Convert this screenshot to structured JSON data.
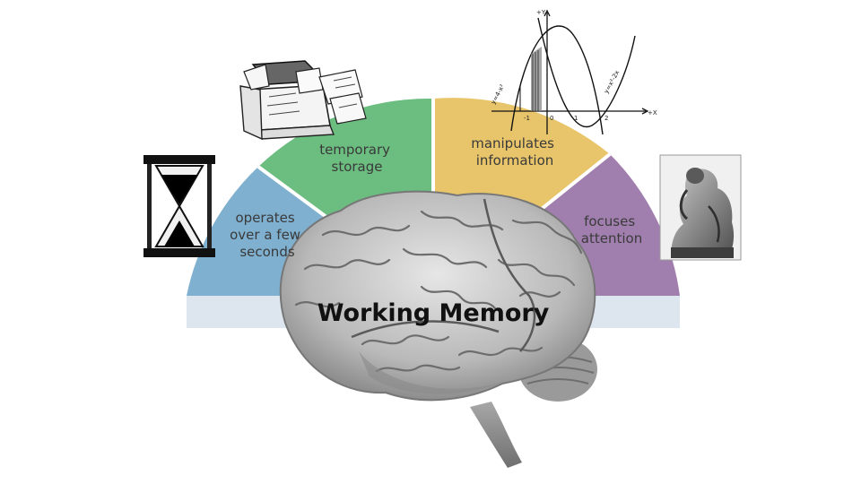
{
  "title": "Working Memory",
  "segments": [
    {
      "id": "seconds",
      "lines": [
        "operates",
        "over a few",
        "seconds"
      ],
      "color": "#7fb0cf"
    },
    {
      "id": "storage",
      "lines": [
        "temporary",
        "storage"
      ],
      "color": "#6cbd80"
    },
    {
      "id": "manipulates",
      "lines": [
        "manipulates",
        "information"
      ],
      "color": "#e8c56a"
    },
    {
      "id": "attention",
      "lines": [
        "focuses",
        "attention"
      ],
      "color": "#a07fae"
    }
  ],
  "icons": {
    "hourglass": "hourglass-icon",
    "files": "file-box-icon",
    "graph": "function-graph-icon",
    "thinker": "thinker-statue-icon",
    "brain": "brain-illustration"
  },
  "graph": {
    "axis_y": "+Y",
    "axis_x": "+X",
    "eq_left": "y=4-x²",
    "eq_right": "y=x²-2x",
    "tick_neg": "-1",
    "tick_zero": "0",
    "tick_one": "1",
    "tick_two": "2"
  }
}
